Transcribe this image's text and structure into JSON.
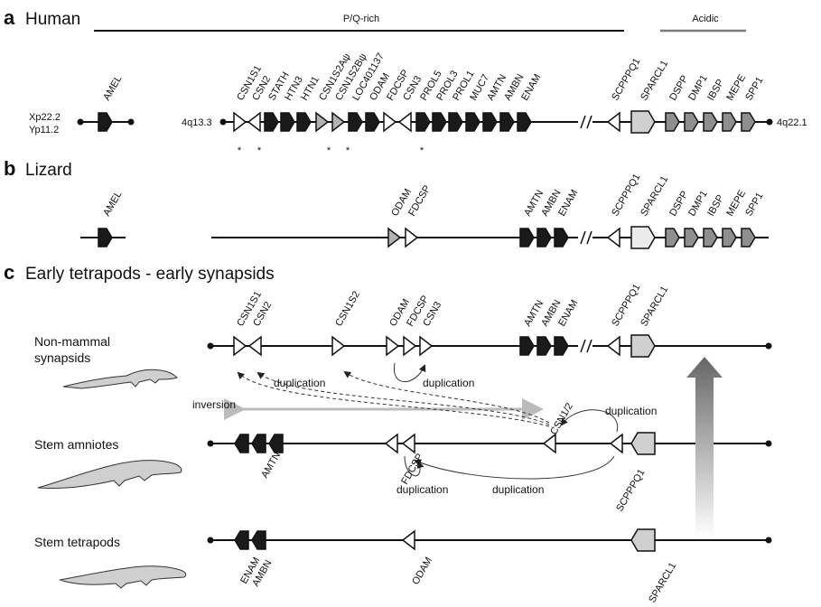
{
  "panels": {
    "a": {
      "letter": "a",
      "title": "Human"
    },
    "b": {
      "letter": "b",
      "title": "Lizard"
    },
    "c": {
      "letter": "c",
      "title": "Early tetrapods - early synapsids"
    }
  },
  "brackets": {
    "pq": "P/Q-rich",
    "acidic": "Acidic"
  },
  "loci": {
    "amel_locus": "Xp22.2\nYp11.2",
    "left": "4q13.3",
    "right": "4q22.1",
    "asterisk": "*"
  },
  "rows": {
    "non_mammal": "Non-mammal\nsynapsids",
    "stem_amniotes": "Stem amniotes",
    "stem_tetrapods": "Stem tetrapods"
  },
  "annotations": {
    "duplication": "duplication",
    "inversion": "inversion",
    "csn12": "CSN1/2",
    "fdcsp": "FDCSP",
    "scpppq1": "SCPPPQ1",
    "amtn": "AMTN",
    "enam": "ENAM",
    "ambn": "AMBN",
    "odam": "ODAM",
    "sparcl1": "SPARCL1"
  },
  "genes": {
    "human": {
      "amel": "AMEL",
      "items": [
        "CSN1S1",
        "CSN2",
        "STATH",
        "HTN3",
        "HTN1",
        "CSN1S2Aψ",
        "CSN1S2Bψ",
        "LOC401137",
        "ODAM",
        "FDCSP",
        "CSN3",
        "PROL5",
        "PROL3",
        "PROL1",
        "MUC7",
        "AMTN",
        "AMBN",
        "ENAM",
        "SCPPPQ1",
        "SPARCL1",
        "DSPP",
        "DMP1",
        "IBSP",
        "MEPE",
        "SPP1"
      ]
    },
    "lizard": {
      "amel": "AMEL",
      "items": [
        "ODAM",
        "FDCSP",
        "AMTN",
        "AMBN",
        "ENAM",
        "SCPPPQ1",
        "SPARCL1",
        "DSPP",
        "DMP1",
        "IBSP",
        "MEPE",
        "SPP1"
      ]
    },
    "synapsid": {
      "items": [
        "CSN1S1",
        "CSN2",
        "CSN1S2",
        "ODAM",
        "FDCSP",
        "CSN3",
        "AMTN",
        "AMBN",
        "ENAM",
        "SCPPPQ1",
        "SPARCL1"
      ]
    }
  },
  "colors": {
    "dark": "#1a1a1a",
    "mid": "#8f8f8f",
    "light": "#d0d0d0",
    "pseudo": "#b3b3b3",
    "white": "#ffffff"
  }
}
